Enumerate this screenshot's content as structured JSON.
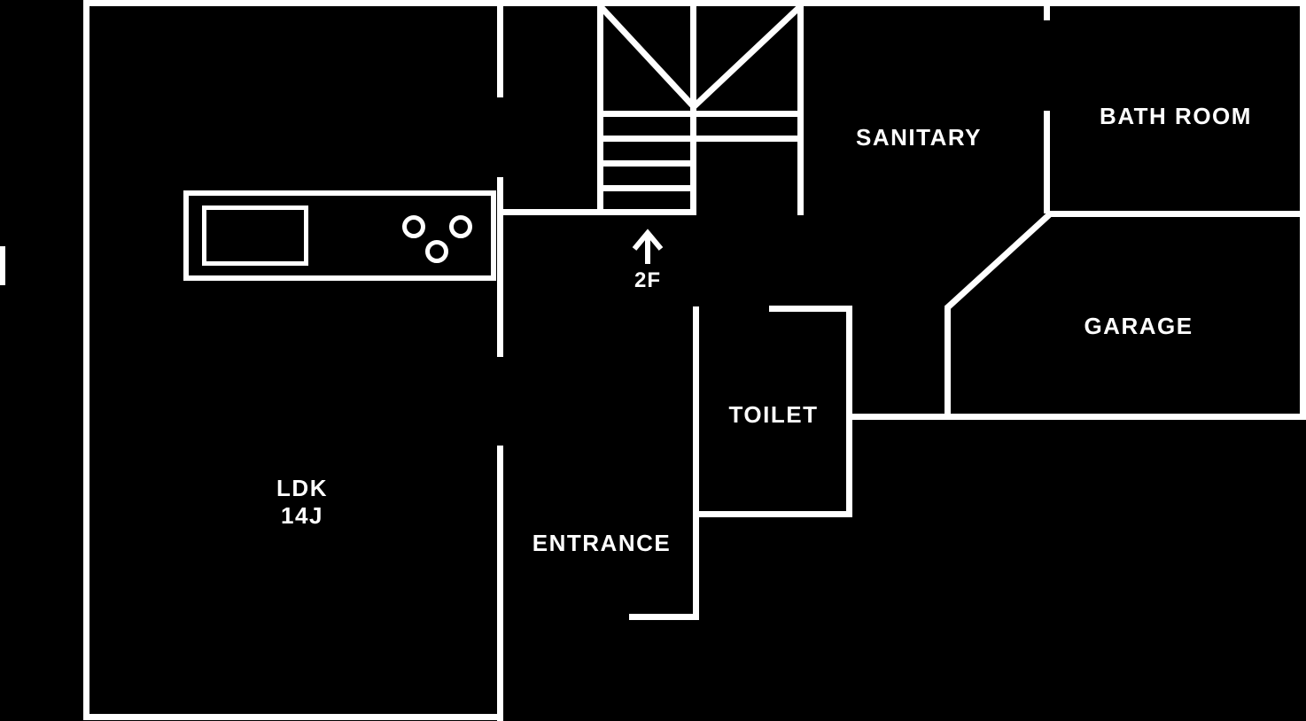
{
  "colors": {
    "background": "#000000",
    "line": "#ffffff"
  },
  "rooms": {
    "ldk": {
      "name": "LDK",
      "size": "14J"
    },
    "entrance": {
      "name": "ENTRANCE"
    },
    "toilet": {
      "name": "TOILET"
    },
    "sanitary": {
      "name": "SANITARY"
    },
    "bathroom": {
      "name": "BATH ROOM"
    },
    "garage": {
      "name": "GARAGE"
    }
  },
  "stairs": {
    "to_floor_label": "2F"
  }
}
